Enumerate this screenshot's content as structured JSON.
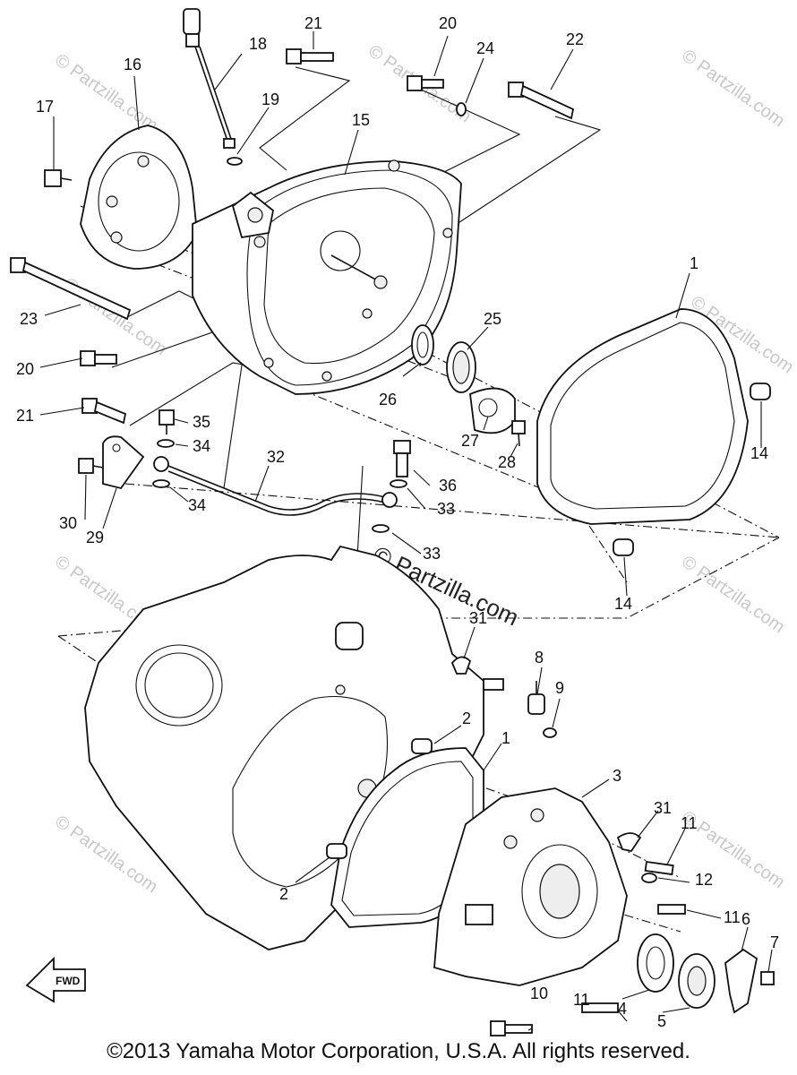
{
  "copyright": "©2013 Yamaha Motor Corporation, U.S.A. All rights reserved.",
  "watermark": "© Partzilla.com",
  "watermark_center": "© Partzilla.com",
  "fwd_label": "FWD",
  "callouts": {
    "c1": "1",
    "c1b": "1",
    "c2": "2",
    "c2b": "2",
    "c3": "3",
    "c4": "4",
    "c5": "5",
    "c6": "6",
    "c7": "7",
    "c8": "8",
    "c9": "9",
    "c10": "10",
    "c11a": "11",
    "c11b": "11",
    "c11c": "11",
    "c12": "12",
    "c14a": "14",
    "c14b": "14",
    "c15": "15",
    "c16": "16",
    "c17": "17",
    "c18": "18",
    "c19": "19",
    "c20a": "20",
    "c20b": "20",
    "c21a": "21",
    "c21b": "21",
    "c22": "22",
    "c23": "23",
    "c24": "24",
    "c25": "25",
    "c26": "26",
    "c27": "27",
    "c28": "28",
    "c29": "29",
    "c30": "30",
    "c31a": "31",
    "c31b": "31",
    "c32": "32",
    "c33a": "33",
    "c33b": "33",
    "c34a": "34",
    "c34b": "34",
    "c35": "35",
    "c36": "36"
  }
}
